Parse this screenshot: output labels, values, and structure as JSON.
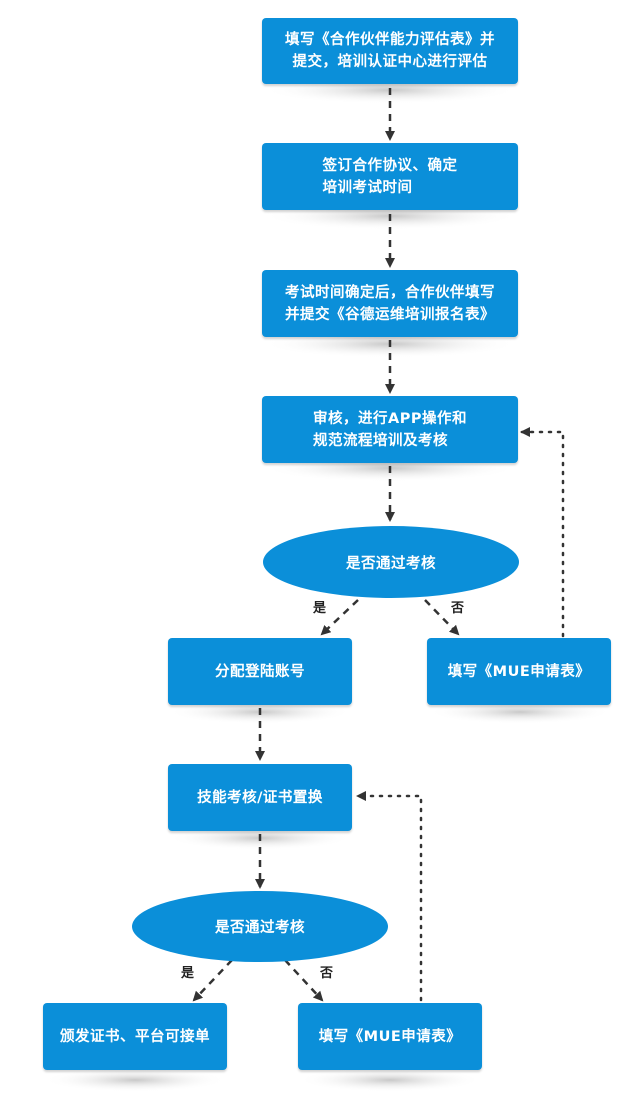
{
  "nodes": {
    "step1": "填写《合作伙伴能力评估表》并\n提交，培训认证中心进行评估",
    "step2": "签订合作协议、确定\n培训考试时间",
    "step3": "考试时间确定后，合作伙伴填写\n并提交《谷德运维培训报名表》",
    "step4": "审核，进行APP操作和\n规范流程培训及考核",
    "decision1": "是否通过考核",
    "assign": "分配登陆账号",
    "mue1": "填写《MUE申请表》",
    "skill": "技能考核/证书置换",
    "decision2": "是否通过考核",
    "cert": "颁发证书、平台可接单",
    "mue2": "填写《MUE申请表》"
  },
  "labels": {
    "yes": "是",
    "no": "否"
  },
  "colors": {
    "node_fill": "#0b8fd9",
    "arrow": "#333333"
  }
}
